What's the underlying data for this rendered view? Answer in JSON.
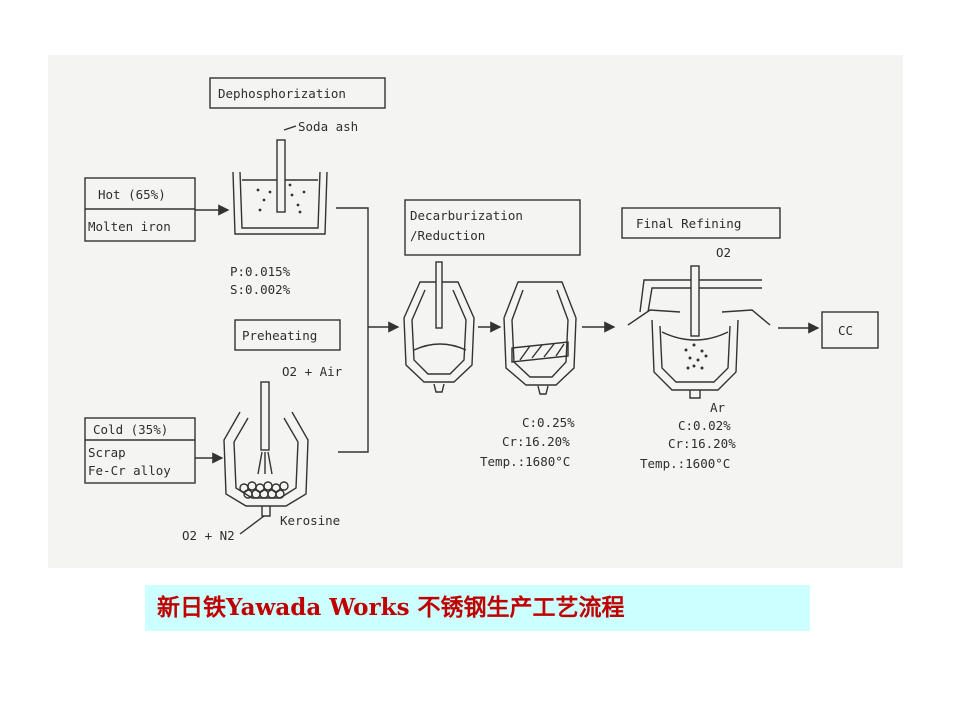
{
  "labels": {
    "dephos": "Dephosphorization",
    "soda_ash": "Soda ash",
    "hot": "Hot (65%)",
    "molten_iron": "Molten iron",
    "p_content": "P:0.015%",
    "s_content": "S:0.002%",
    "preheating": "Preheating",
    "o2_air": "O2 + Air",
    "cold": "Cold (35%)",
    "scrap": "Scrap",
    "fecr": "Fe-Cr alloy",
    "kerosine": "Kerosine",
    "o2_n2": "O2 + N2",
    "decarb": "Decarburization",
    "reduction": "/Reduction",
    "decarb_c": "C:0.25%",
    "decarb_cr": "Cr:16.20%",
    "decarb_temp": "Temp.:1680°C",
    "final_refining": "Final Refining",
    "o2": "O2",
    "ar": "Ar",
    "final_c": "C:0.02%",
    "final_cr": "Cr:16.20%",
    "final_temp": "Temp.:1600°C",
    "cc": "CC"
  },
  "caption": "新日铁Yawada Works 不锈钢生产工艺流程",
  "colors": {
    "caption_bg": "#ccffff",
    "caption_text": "#c00000",
    "panel_bg": "#f4f4f2",
    "ink": "#333333"
  }
}
